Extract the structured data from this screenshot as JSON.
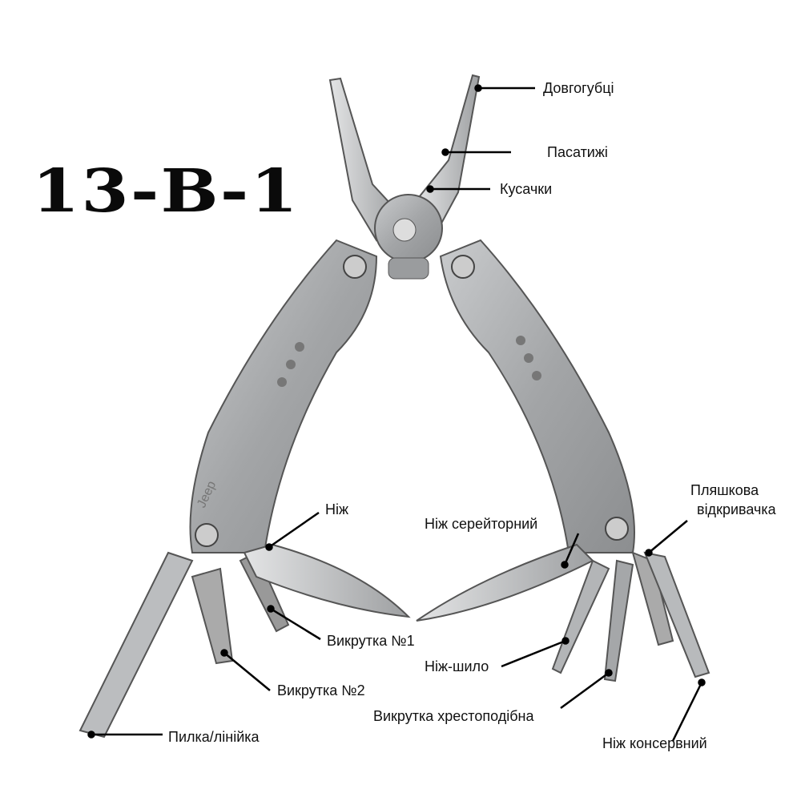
{
  "title": "13-В-1",
  "labels": {
    "long_nose": "Довгогубці",
    "pliers": "Пасатижі",
    "cutters": "Кусачки",
    "knife": "Ніж",
    "serrated_knife": "Ніж серейторний",
    "bottle_opener_1": "Пляшкова",
    "bottle_opener_2": "відкривачка",
    "screwdriver_1": "Викрутка №1",
    "awl_knife": "Ніж-шило",
    "screwdriver_2": "Викрутка №2",
    "phillips": "Викрутка хрестоподібна",
    "can_opener": "Ніж консервний",
    "saw_ruler": "Пилка/лінійка"
  },
  "logo_text": "Jeep",
  "colors": {
    "steel": "#a9abad",
    "steel_dark": "#6e7072",
    "steel_light": "#d4d6d8",
    "ink": "#000000"
  }
}
